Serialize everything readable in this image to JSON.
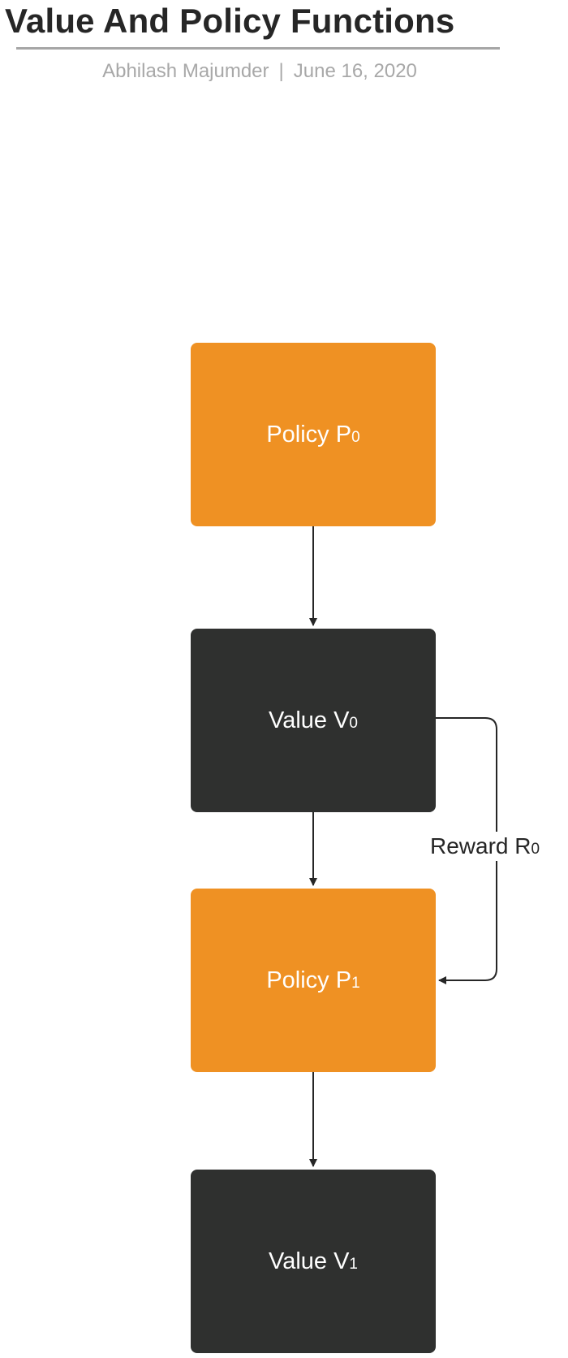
{
  "header": {
    "title": "Value And Policy Functions",
    "author": "Abhilash Majumder",
    "separator": "|",
    "date": "June 16, 2020"
  },
  "diagram": {
    "nodes": [
      {
        "name": "Policy P",
        "subscript": "0",
        "color": "#ef9123"
      },
      {
        "name": "Value V",
        "subscript": "0",
        "color": "#2f302f"
      },
      {
        "name": "Policy P",
        "subscript": "1",
        "color": "#ef9123"
      },
      {
        "name": "Value V",
        "subscript": "1",
        "color": "#2f302f"
      }
    ],
    "edges": [
      {
        "from": "Policy P0",
        "to": "Value V0",
        "label": ""
      },
      {
        "from": "Value V0",
        "to": "Policy P1",
        "label": ""
      },
      {
        "from": "Value V0",
        "to": "Policy P1",
        "label": "Reward R0"
      },
      {
        "from": "Policy P1",
        "to": "Value V1",
        "label": ""
      }
    ],
    "reward_label": {
      "text": "Reward R",
      "subscript": "0"
    }
  }
}
